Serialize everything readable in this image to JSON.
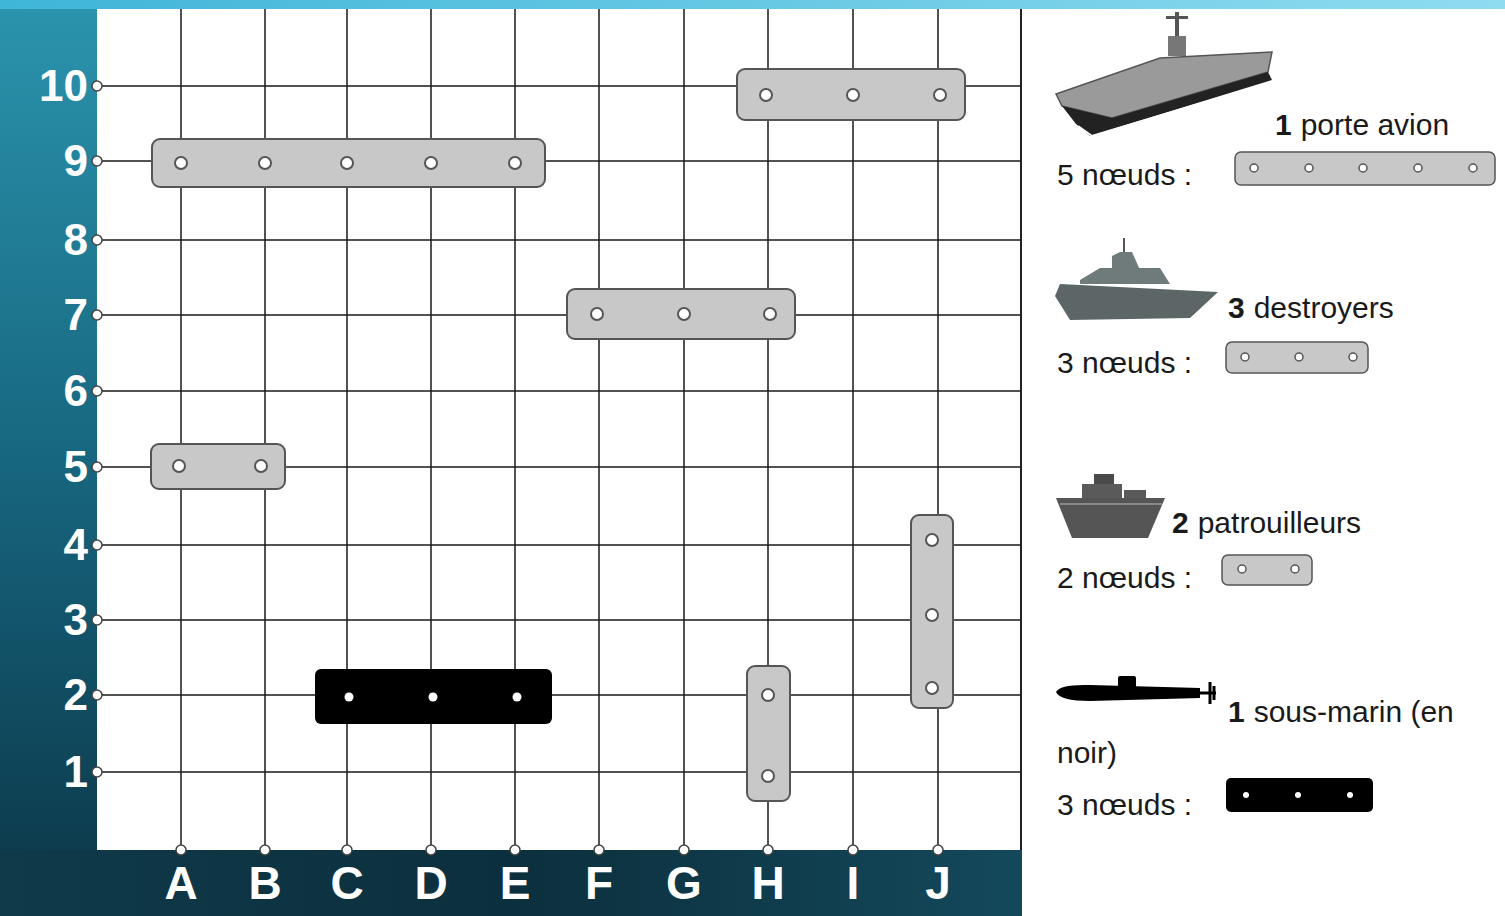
{
  "diagram": {
    "labels": [
      "10",
      "9",
      "8",
      "7",
      "6",
      "5",
      "4",
      "3",
      "2",
      "1",
      "A",
      "B",
      "C",
      "D",
      "E",
      "F",
      "G",
      "H",
      "I",
      "J",
      "1",
      "porte avion",
      "3",
      "destroyers",
      "2",
      "patrouilleurs",
      "1",
      "sous-marin (en noir)"
    ],
    "legend": [
      {
        "text": "5 nœuds :"
      },
      {
        "text": "3 nœuds :"
      },
      {
        "text": "2 nœuds :"
      },
      {
        "text": "3 nœuds :"
      }
    ]
  }
}
